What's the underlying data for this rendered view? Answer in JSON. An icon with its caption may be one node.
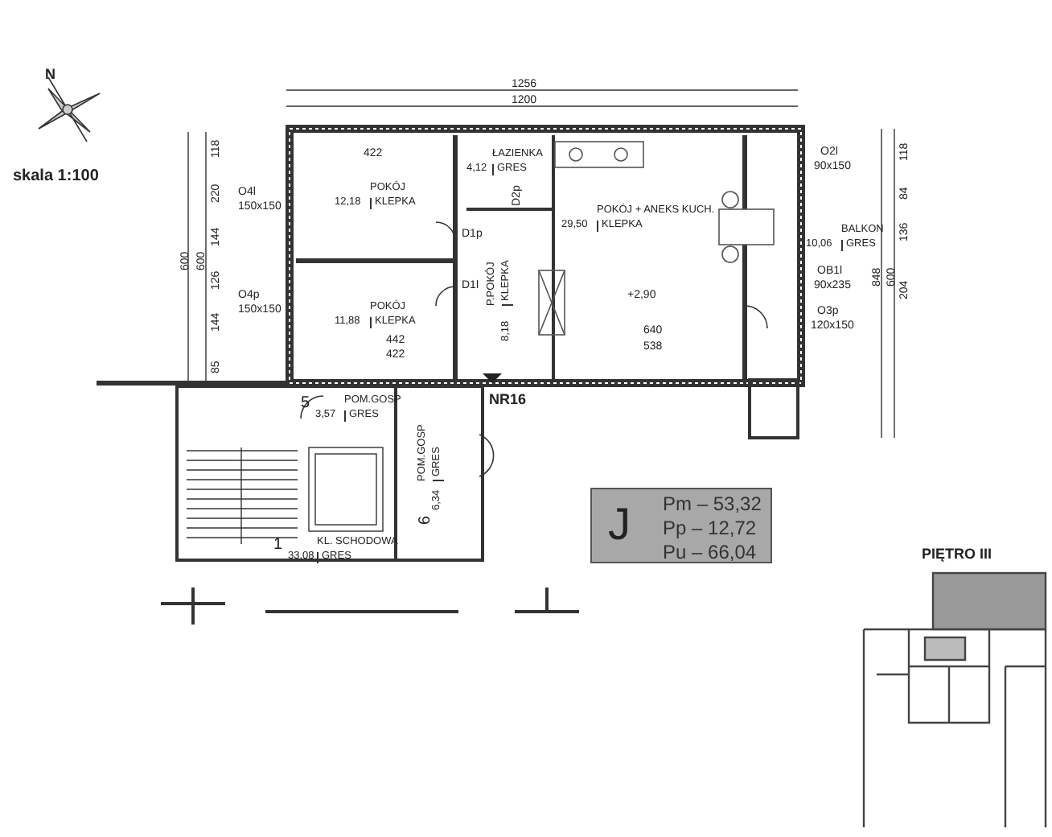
{
  "diagram": {
    "nodes": [
      {
        "text": [
          "POKÓJ",
          "12,18",
          "KLEPKA"
        ]
      },
      {
        "text": [
          "ŁAZIENKA",
          "4,12",
          "GRES"
        ]
      },
      {
        "text": [
          "POKÓJ + ANEKS KUCH.",
          "29,50",
          "KLEPKA"
        ]
      },
      {
        "text": [
          "POKÓJ",
          "11,88",
          "KLEPKA"
        ]
      },
      {
        "text": [
          "P.POKÓJ",
          "8,18",
          "KLEPKA"
        ]
      },
      {
        "text": [
          "BALKON",
          "10,06",
          "GRES"
        ]
      },
      {
        "text": [
          "5",
          "POM.GOSP",
          "3,57",
          "GRES"
        ]
      },
      {
        "text": [
          "6",
          "POM.GOSP",
          "6,34",
          "GRES"
        ]
      },
      {
        "text": [
          "1",
          "KL. SCHODOWA",
          "33,08",
          "GRES"
        ]
      },
      {
        "text": [
          "J",
          "Pm – 53,32",
          "Pp – 12,72",
          "Pu – 66,04"
        ]
      },
      {
        "text": [
          "PIĘTRO III"
        ]
      }
    ],
    "labels": [
      "N",
      "skala 1:100",
      "1256",
      "1200",
      "422",
      "D2p",
      "O4l",
      "150x150",
      "O2l",
      "90x150",
      "D1p",
      "D1l",
      "+2,90",
      "O4p",
      "150x150",
      "OB1l",
      "90x235",
      "O3p",
      "120x150",
      "640",
      "538",
      "442",
      "422",
      "NR16",
      "118",
      "220",
      "144",
      "126",
      "144",
      "85",
      "600",
      "600",
      "118",
      "84",
      "136",
      "204",
      "848",
      "600"
    ]
  }
}
